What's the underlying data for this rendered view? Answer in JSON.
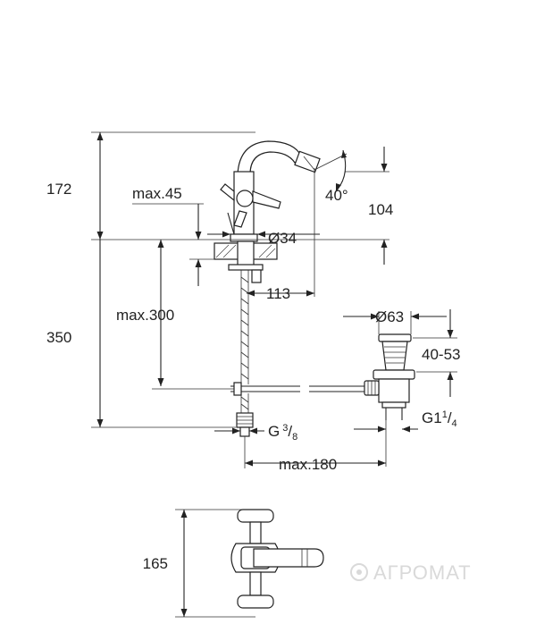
{
  "dimensions": {
    "height_upper": "172",
    "max_45": "max.45",
    "angle": "40°",
    "spout_height": "104",
    "diameter_base": "Ø34",
    "reach": "113",
    "max_300": "max.300",
    "height_total": "350",
    "diameter_waste": "Ø63",
    "range_waste": "40-53",
    "thread_waste_main": "G1",
    "thread_waste_num": "1",
    "thread_waste_den": "4",
    "thread_supply_main": "G",
    "thread_supply_num": "3",
    "thread_supply_den": "8",
    "max_180": "max.180",
    "top_view_width": "165"
  },
  "watermark": {
    "text": "АГРОМАТ"
  }
}
